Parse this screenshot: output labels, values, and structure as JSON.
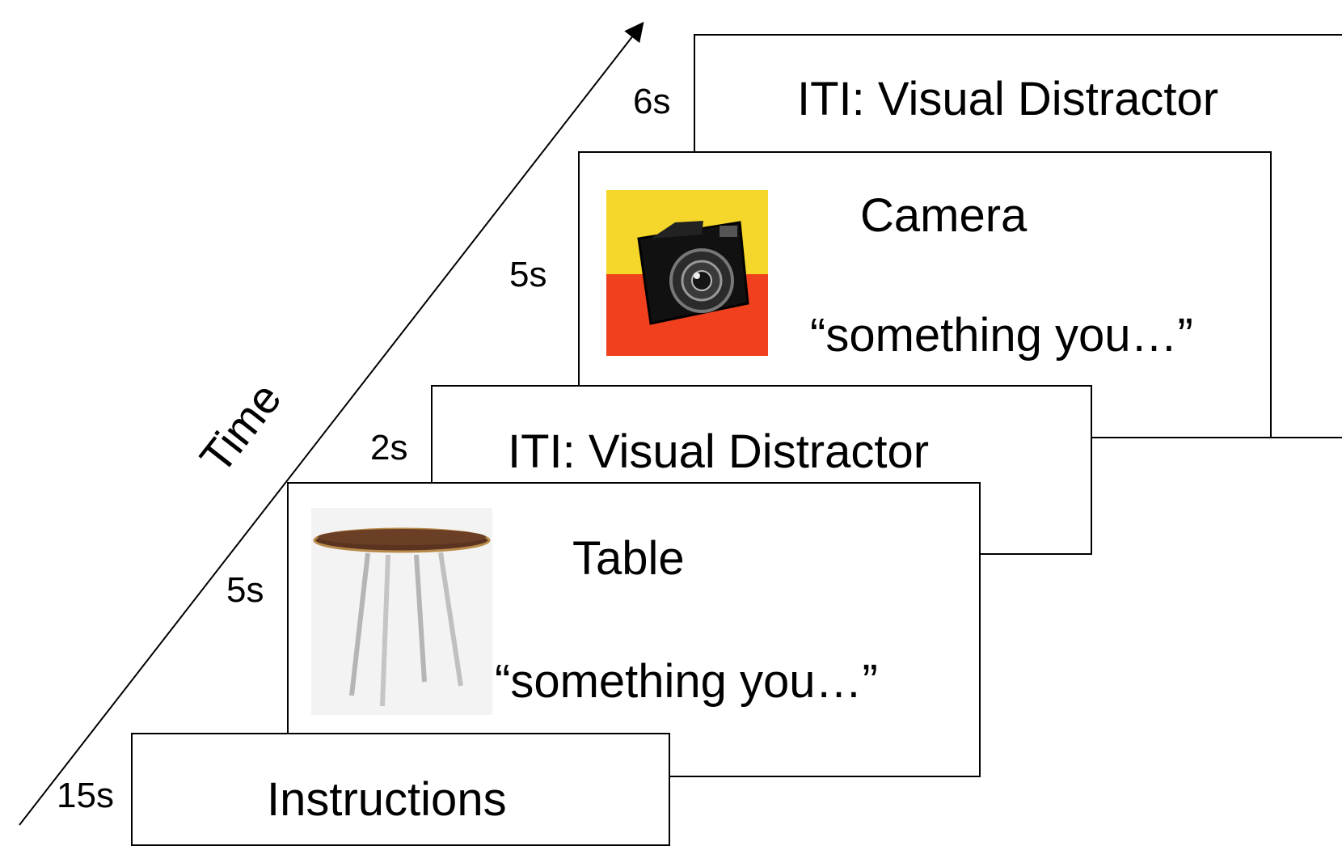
{
  "axis": {
    "label": "Time"
  },
  "trials": [
    {
      "duration": "6s",
      "title": "ITI: Visual Distractor"
    },
    {
      "duration": "5s",
      "title": "Camera",
      "cue": "“something you…”",
      "image": "camera-image"
    },
    {
      "duration": "2s",
      "title": "ITI: Visual Distractor"
    },
    {
      "duration": "5s",
      "title": "Table",
      "cue": "“something you…”",
      "image": "table-image"
    },
    {
      "duration": "15s",
      "title": "Instructions"
    }
  ],
  "colors": {
    "camera_bg_top": "#f5d62a",
    "camera_bg_bottom": "#f0401e",
    "table_top": "#5a3420"
  }
}
